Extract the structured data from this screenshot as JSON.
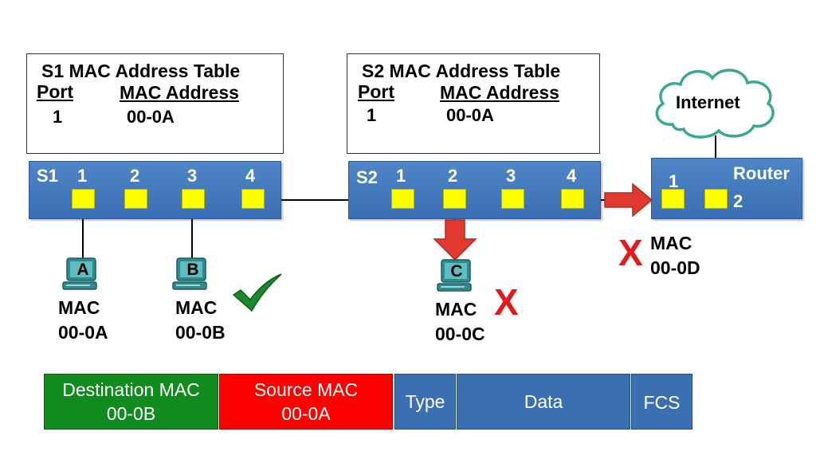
{
  "s1_table": {
    "title": "S1 MAC Address Table",
    "port_header": "Port",
    "mac_header": "MAC Address",
    "rows": [
      {
        "port": "1",
        "mac": "00-0A"
      }
    ]
  },
  "s2_table": {
    "title": "S2 MAC Address Table",
    "port_header": "Port",
    "mac_header": "MAC Address",
    "rows": [
      {
        "port": "1",
        "mac": "00-0A"
      }
    ]
  },
  "switch_s1": {
    "name": "S1",
    "ports": [
      "1",
      "2",
      "3",
      "4"
    ]
  },
  "switch_s2": {
    "name": "S2",
    "ports": [
      "1",
      "2",
      "3",
      "4"
    ]
  },
  "router": {
    "name": "Router",
    "port1": "1",
    "port2": "2"
  },
  "cloud": {
    "label": "Internet"
  },
  "hosts": {
    "a": {
      "letter": "A",
      "mac_label": "MAC",
      "mac": "00-0A"
    },
    "b": {
      "letter": "B",
      "mac_label": "MAC",
      "mac": "00-0B"
    },
    "c": {
      "letter": "C",
      "mac_label": "MAC",
      "mac": "00-0C"
    },
    "router_mac": {
      "mac_label": "MAC",
      "mac": "00-0D"
    }
  },
  "frame": {
    "dest_label": "Destination MAC",
    "dest_value": "00-0B",
    "src_label": "Source MAC",
    "src_value": "00-0A",
    "type": "Type",
    "data": "Data",
    "fcs": "FCS"
  },
  "marks": {
    "cross": "X"
  },
  "colors": {
    "switch_blue": "#3a6fb2",
    "port_yellow": "#ffff00",
    "dest_green": "#118a1e",
    "src_red": "#ff0000",
    "frame_blue": "#3a6fb2",
    "check_green": "#1a8a2a",
    "cross_red": "#e21b1b",
    "arrow_red": "#e0392f"
  }
}
